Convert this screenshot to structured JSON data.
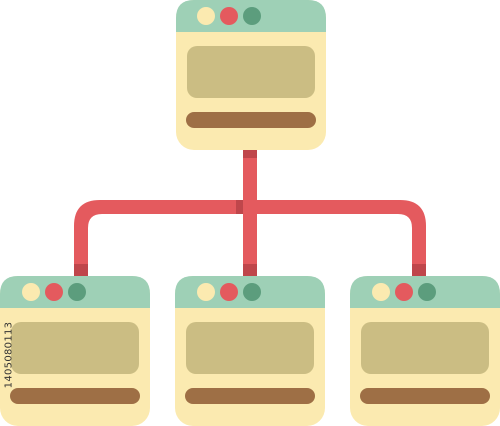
{
  "diagram": {
    "type": "hierarchy",
    "root": "window-root",
    "children": [
      "window-child-left",
      "window-child-center",
      "window-child-right"
    ]
  },
  "watermark": {
    "stock_id": "1405080113"
  },
  "colors": {
    "window_header": "#9ed0b6",
    "window_body": "#fbeab0",
    "content_block": "#cbbd83",
    "footer_bar": "#9e6f45",
    "dot_yellow": "#fbeab0",
    "dot_red": "#e45a5e",
    "dot_green": "#5c9d7d",
    "connector": "#e45a5e",
    "connector_shadow": "#bf464b"
  }
}
